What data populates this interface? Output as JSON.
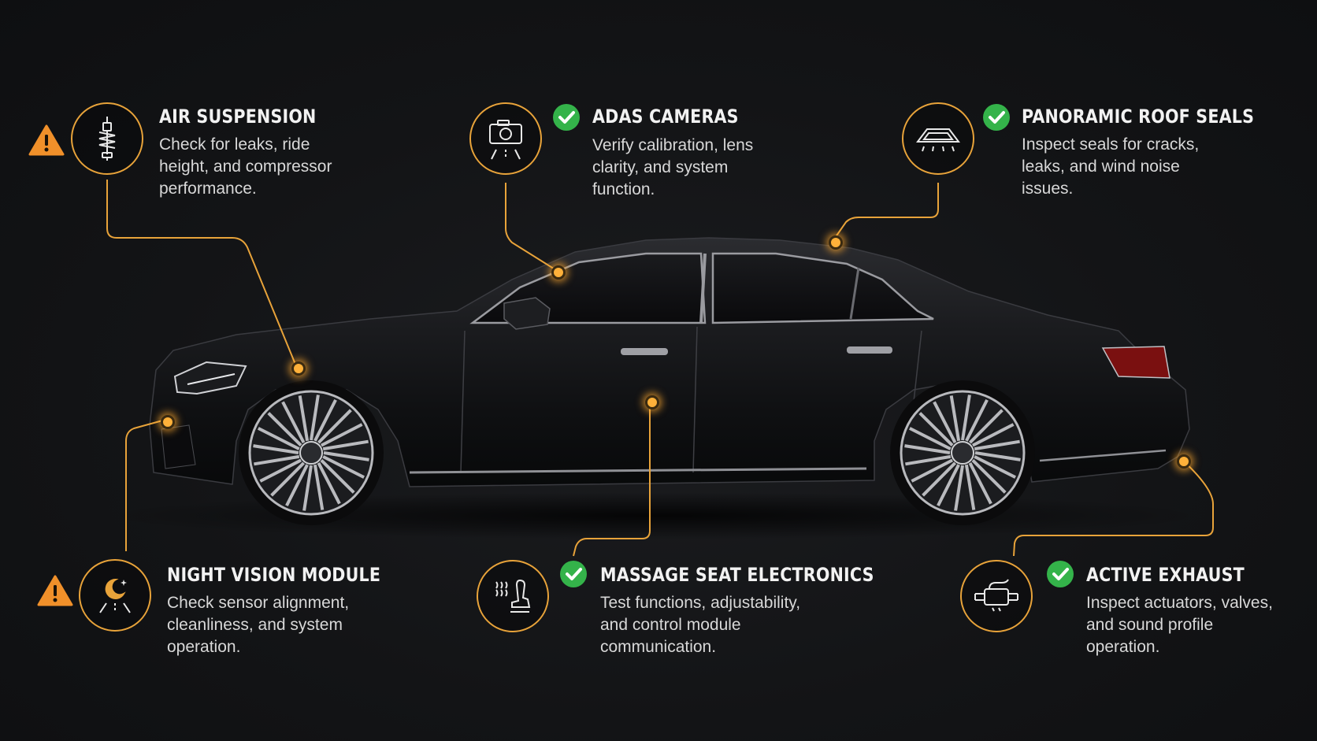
{
  "colors": {
    "accent": "#e8a33a",
    "warning": "#f0902a",
    "ok": "#34b34a",
    "background": "#131416"
  },
  "callouts": [
    {
      "id": "air-suspension",
      "title": "AIR SUSPENSION",
      "desc_lines": [
        "Check for leaks, ride",
        "height, and compressor",
        "performance."
      ],
      "status": "warning",
      "icon": "shock-absorber-icon"
    },
    {
      "id": "adas-cameras",
      "title": "ADAS CAMERAS",
      "desc_lines": [
        "Verify calibration, lens",
        "clarity, and system",
        "function."
      ],
      "status": "ok",
      "icon": "camera-icon"
    },
    {
      "id": "panoramic-roof-seals",
      "title": "PANORAMIC ROOF SEALS",
      "desc_lines": [
        "Inspect seals for cracks,",
        "leaks, and wind noise",
        "issues."
      ],
      "status": "ok",
      "icon": "roof-icon"
    },
    {
      "id": "night-vision-module",
      "title": "NIGHT VISION MODULE",
      "desc_lines": [
        "Check sensor alignment,",
        "cleanliness, and system",
        "operation."
      ],
      "status": "warning",
      "icon": "moon-icon"
    },
    {
      "id": "massage-seat-electronics",
      "title": "MASSAGE SEAT ELECTRONICS",
      "desc_lines": [
        "Test functions, adjustability,",
        "and control module",
        "communication."
      ],
      "status": "ok",
      "icon": "seat-icon"
    },
    {
      "id": "active-exhaust",
      "title": "ACTIVE EXHAUST",
      "desc_lines": [
        "Inspect actuators, valves,",
        "and sound profile",
        "operation."
      ],
      "status": "ok",
      "icon": "exhaust-icon"
    }
  ]
}
